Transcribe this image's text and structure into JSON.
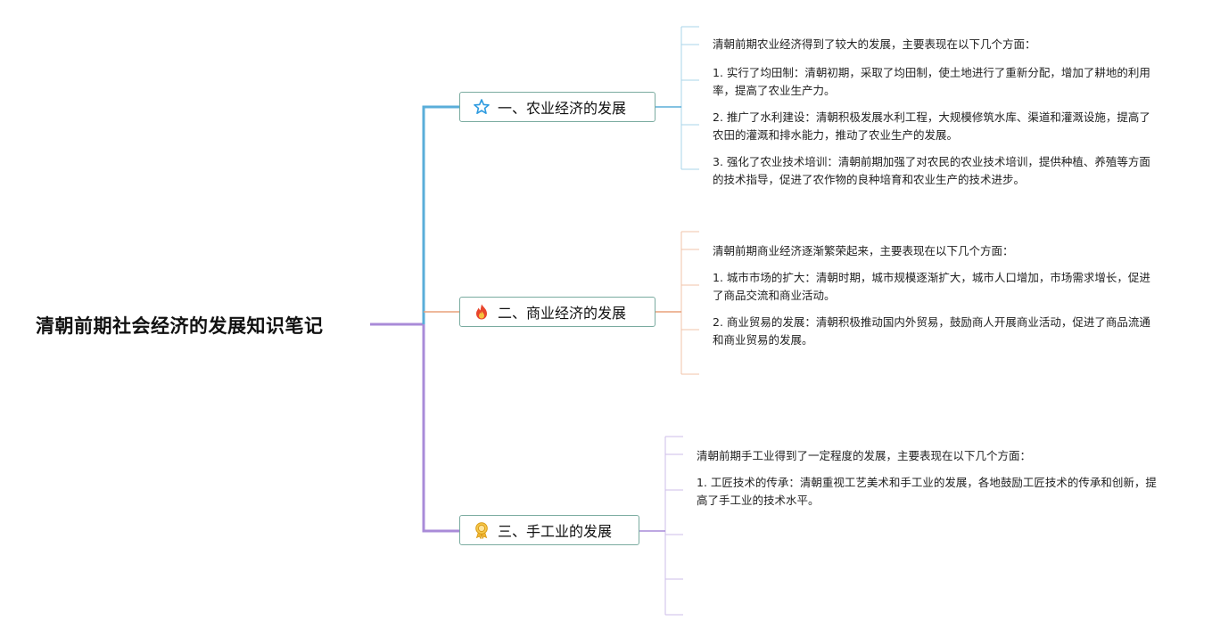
{
  "root": {
    "title": "清朝前期社会经济的发展知识笔记"
  },
  "branches": [
    {
      "label": "一、农业经济的发展",
      "icon": "star-outline-icon",
      "color": "#5aaed9",
      "notes": [
        "清朝前期农业经济得到了较大的发展，主要表现在以下几个方面：",
        "1. 实行了均田制：清朝初期，采取了均田制，使土地进行了重新分配，增加了耕地的利用率，提高了农业生产力。",
        "2. 推广了水利建设：清朝积极发展水利工程，大规模修筑水库、渠道和灌溉设施，提高了农田的灌溉和排水能力，推动了农业生产的发展。",
        "3. 强化了农业技术培训：清朝前期加强了对农民的农业技术培训，提供种植、养殖等方面的技术指导，促进了农作物的良种培育和农业生产的技术进步。"
      ]
    },
    {
      "label": "二、商业经济的发展",
      "icon": "fire-icon",
      "color": "#e8a07a",
      "notes": [
        "清朝前期商业经济逐渐繁荣起来，主要表现在以下几个方面：",
        "1. 城市市场的扩大：清朝时期，城市规模逐渐扩大，城市人口增加，市场需求增长，促进了商品交流和商业活动。",
        "2. 商业贸易的发展：清朝积极推动国内外贸易，鼓励商人开展商业活动，促进了商品流通和商业贸易的发展。"
      ]
    },
    {
      "label": "三、手工业的发展",
      "icon": "medal-icon",
      "color": "#a98bd8",
      "notes": [
        "清朝前期手工业得到了一定程度的发展，主要表现在以下几个方面：",
        "1. 工匠技术的传承：清朝重视工艺美术和手工业的发展，各地鼓励工匠技术的传承和创新，提高了手工业的技术水平。"
      ]
    }
  ]
}
